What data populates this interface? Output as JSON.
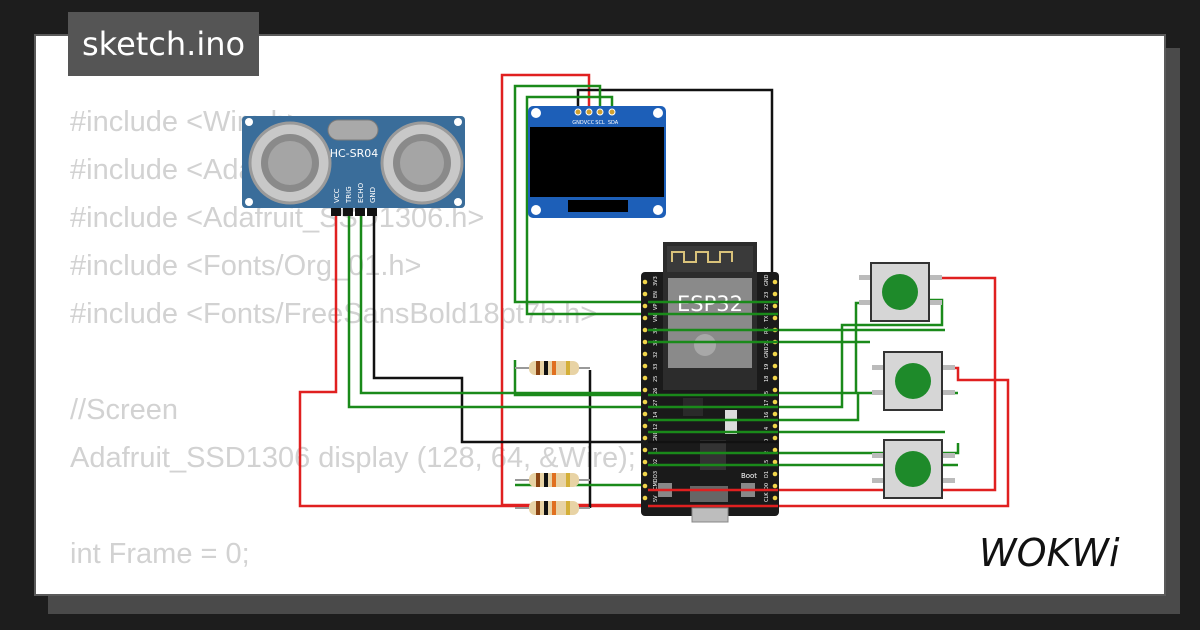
{
  "tab": {
    "filename": "sketch.ino"
  },
  "code_lines": [
    "#include <Wire.h>",
    "#include <Adafruit_GFX.h>",
    "#include <Adafruit_SSD1306.h>",
    "#include <Fonts/Org_01.h>",
    "#include <Fonts/FreeSansBold18pt7b.h>",
    "",
    "//Screen",
    "Adafruit_SSD1306 display (128, 64, &Wire);",
    "",
    "int Frame = 0;"
  ],
  "components": {
    "ultrasonic": {
      "label": "HC-SR04",
      "pins": [
        "VCC",
        "TRIG",
        "ECHO",
        "GND"
      ]
    },
    "oled": {
      "pins": [
        "GND",
        "VCC",
        "SCL",
        "SDA"
      ]
    },
    "mcu": {
      "label": "ESP32",
      "boot_label": "Boot",
      "left_pins": [
        "3V3",
        "EN",
        "VP",
        "VN",
        "34",
        "35",
        "32",
        "33",
        "25",
        "26",
        "27",
        "14",
        "12",
        "GND",
        "13",
        "D2",
        "D3",
        "CMD",
        "5V"
      ],
      "right_pins": [
        "GND",
        "23",
        "22",
        "TX",
        "RX",
        "21",
        "GND",
        "19",
        "18",
        "5",
        "17",
        "16",
        "4",
        "0",
        "2",
        "15",
        "D1",
        "D0",
        "CLK"
      ]
    },
    "buttons": [
      "button-1",
      "button-2",
      "button-3"
    ],
    "resistors": [
      "resistor-1",
      "resistor-2",
      "resistor-3"
    ]
  },
  "brand": {
    "logo_text": "WOKWi"
  },
  "colors": {
    "background": "#1d1d1d",
    "card": "#ffffff",
    "tab": "#555555",
    "code_text": "#d2d2d2",
    "wire_red": "#e02020",
    "wire_green": "#1a8a1a",
    "wire_black": "#111111",
    "board_blue": "#3a6d9a",
    "oled_blue": "#1d5fb8",
    "esp_board": "#1a1a1a",
    "button_green": "#1e8a2a"
  }
}
